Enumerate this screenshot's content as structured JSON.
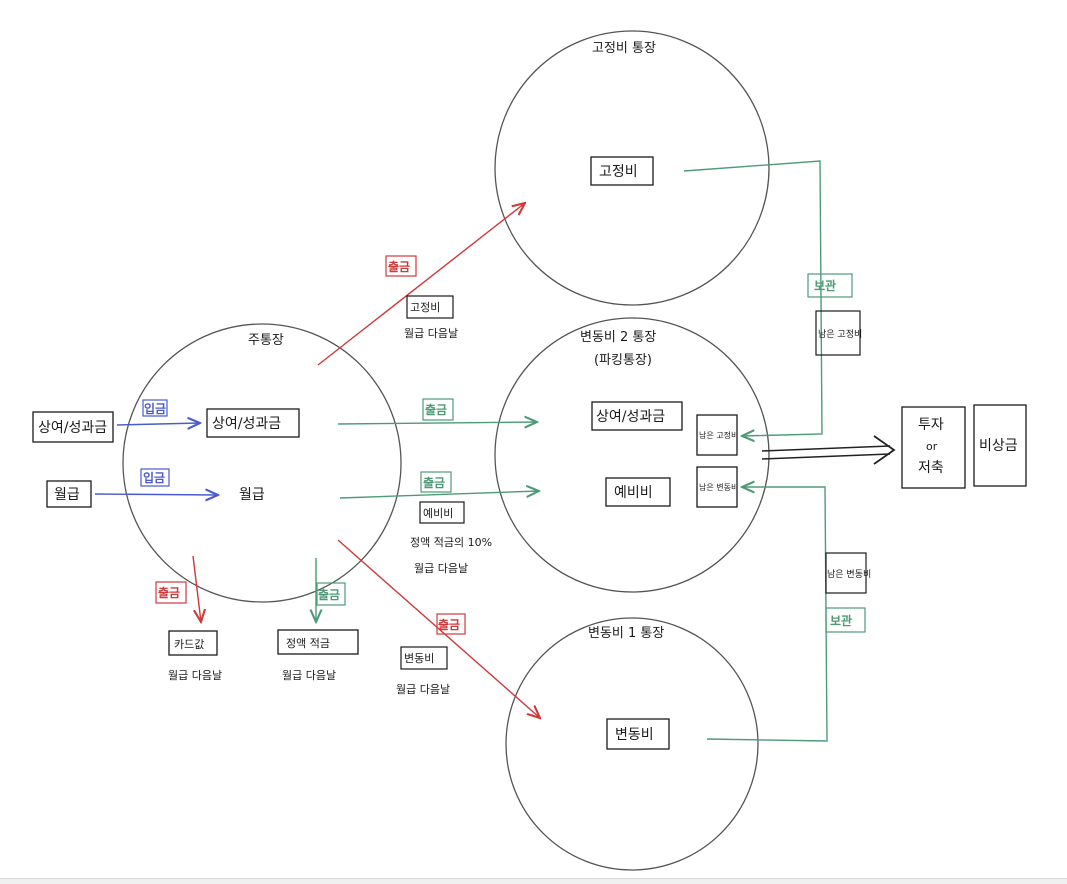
{
  "colors": {
    "ink": "#1a1a1a",
    "circle": "#555555",
    "deposit_blue": "#4a5bd0",
    "withdraw_red": "#d0393a",
    "transfer_green": "#4e9a78",
    "move_black": "#222222"
  },
  "accounts": {
    "main": {
      "title": "주통장",
      "bonus_box": "상여/성과금",
      "salary_box": "월급"
    },
    "fixed": {
      "title": "고정비 통장",
      "box": "고정비"
    },
    "variable2": {
      "title_line1": "변동비 2 통장",
      "title_line2": "(파킹통장)",
      "bonus_box": "상여/성과금",
      "reserve_box": "예비비",
      "left_fixed": "남은 고정비",
      "left_variable": "남은 변동비"
    },
    "variable1": {
      "title": "변동비 1 통장",
      "box": "변동비"
    }
  },
  "inputs": {
    "bonus": "상여/성과금",
    "salary": "월급"
  },
  "tags": {
    "deposit": "입금",
    "withdraw": "출금",
    "move": "보관"
  },
  "notes": {
    "fixed_label": "고정비",
    "fixed_when": "월급 다음날",
    "reserve_label": "예비비",
    "reserve_when_1": "정액 적금의 10%",
    "reserve_when_2": "월급 다음날",
    "variable_label": "변동비",
    "variable_when": "월급 다음날",
    "card_label": "카드값",
    "card_when": "월급 다음날",
    "savings_label": "정액 적금",
    "savings_when": "월급 다음날",
    "left_fixed": "남은 고정비",
    "left_variable": "남은 변동비"
  },
  "destinations": {
    "invest_line1": "투자",
    "invest_line2": "or",
    "invest_line3": "저축",
    "emergency": "비상금"
  }
}
